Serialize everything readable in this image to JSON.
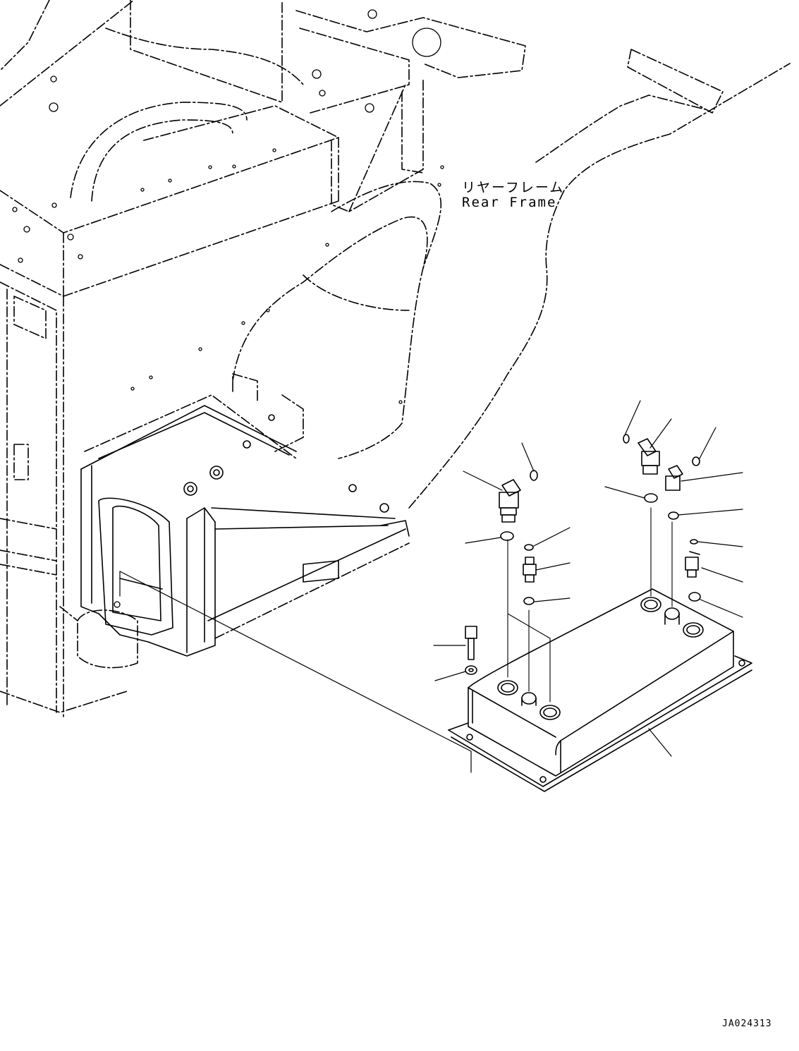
{
  "diagram": {
    "part_label_jp": "リヤーフレーム",
    "part_label_en": "Rear Frame",
    "drawing_id": "JA024313"
  }
}
